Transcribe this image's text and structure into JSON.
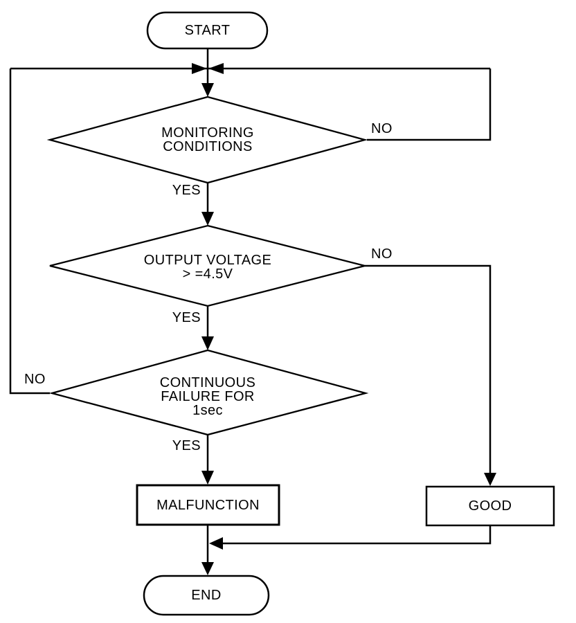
{
  "diagram": {
    "type": "flowchart",
    "background_color": "#ffffff",
    "line_color": "#000000",
    "text_color": "#000000",
    "nodes": {
      "start": {
        "shape": "terminator",
        "label": "START"
      },
      "monitoring_conditions": {
        "shape": "decision",
        "label": "MONITORING\nCONDITIONS"
      },
      "output_voltage": {
        "shape": "decision",
        "label": "OUTPUT VOLTAGE\n> =4.5V"
      },
      "continuous_failure": {
        "shape": "decision",
        "label": "CONTINUOUS\nFAILURE FOR\n1sec"
      },
      "malfunction": {
        "shape": "process",
        "label": "MALFUNCTION"
      },
      "good": {
        "shape": "process",
        "label": "GOOD"
      },
      "end": {
        "shape": "terminator",
        "label": "END"
      }
    },
    "branch_labels": {
      "monitoring_yes": "YES",
      "monitoring_no": "NO",
      "voltage_yes": "YES",
      "voltage_no": "NO",
      "failure_yes": "YES",
      "failure_no": "NO"
    },
    "edges": [
      {
        "from": "start",
        "to": "monitoring_conditions",
        "label": ""
      },
      {
        "from": "monitoring_conditions",
        "to": "output_voltage",
        "label": "YES"
      },
      {
        "from": "monitoring_conditions",
        "to": "monitoring_conditions",
        "label": "NO"
      },
      {
        "from": "output_voltage",
        "to": "continuous_failure",
        "label": "YES"
      },
      {
        "from": "output_voltage",
        "to": "good",
        "label": "NO"
      },
      {
        "from": "continuous_failure",
        "to": "malfunction",
        "label": "YES"
      },
      {
        "from": "continuous_failure",
        "to": "monitoring_conditions",
        "label": "NO"
      },
      {
        "from": "malfunction",
        "to": "end",
        "label": ""
      },
      {
        "from": "good",
        "to": "end",
        "label": ""
      }
    ]
  }
}
